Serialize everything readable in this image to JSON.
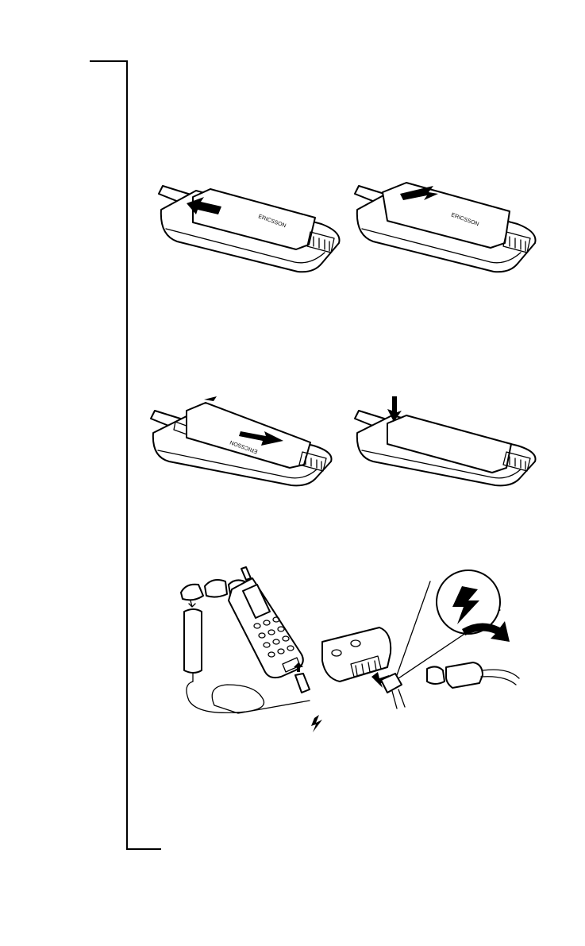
{
  "figures": {
    "remove_step1": {
      "battery_label": "ERICSSON"
    },
    "remove_step2": {
      "battery_label": "ERICSSON"
    },
    "insert_step1": {
      "battery_label": "ERICSSON"
    },
    "insert_step2": {},
    "charging": {}
  },
  "colors": {
    "ink": "#000000",
    "paper": "#ffffff"
  }
}
